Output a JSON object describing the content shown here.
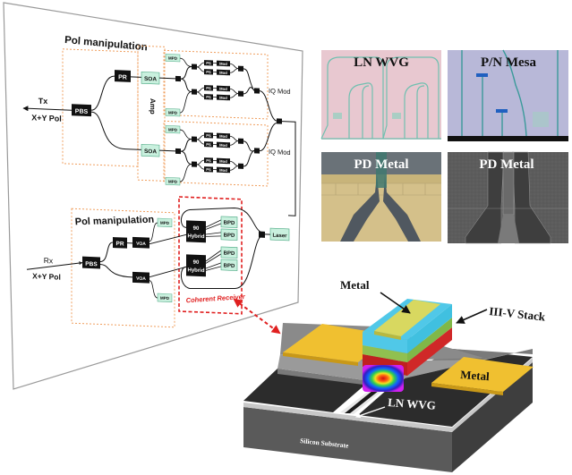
{
  "colors": {
    "panel_border": "#9a9a9a",
    "dotted_box": "#f0a060",
    "teal_box": "#c9f0de",
    "teal_border": "#4aa882",
    "block": "#111111",
    "coherent_red": "#e02020",
    "metal": "#f0c030",
    "stack_cyan": "#40c0e0",
    "stack_green": "#80b848",
    "stack_red": "#d02828",
    "pad_gray": "#8a8a8a",
    "dark_slab": "#2a2a2a",
    "substrate": "#555555"
  },
  "tx": {
    "section_label": "Pol manipulation",
    "io_label_top": "Tx",
    "io_label_bottom": "X+Y Pol",
    "pbs": "PBS",
    "pr": "PR",
    "soa": "SOA",
    "amp": "Amp",
    "mpd": "MPD",
    "ps": "PS",
    "mod": "Mod",
    "iq_mod_1": "IQ Mod",
    "iq_mod_2": "IQ Mod"
  },
  "rx": {
    "section_label": "Pol manipulation",
    "io_label_top": "Rx",
    "io_label_bottom": "X+Y Pol",
    "pbs": "PBS",
    "pr": "PR",
    "voa": "VOA",
    "mpd": "MPD",
    "hybrid_line1": "90",
    "hybrid_line2": "Hybrid",
    "bpd": "BPD",
    "laser": "Laser",
    "coherent_receiver": "Coherent Receiver"
  },
  "micrographs": [
    {
      "label": "LN WVG",
      "kind": "optical-waveguide"
    },
    {
      "label": "P/N Mesa",
      "kind": "optical-mesa"
    },
    {
      "label": "PD Metal",
      "kind": "optical-metal"
    },
    {
      "label": "PD Metal",
      "kind": "sem-metal"
    }
  ],
  "device3d": {
    "metal_top": "Metal",
    "stack": "III-V Stack",
    "metal_right": "Metal",
    "waveguide": "LN WVG",
    "substrate": "Silicon Substrate"
  }
}
